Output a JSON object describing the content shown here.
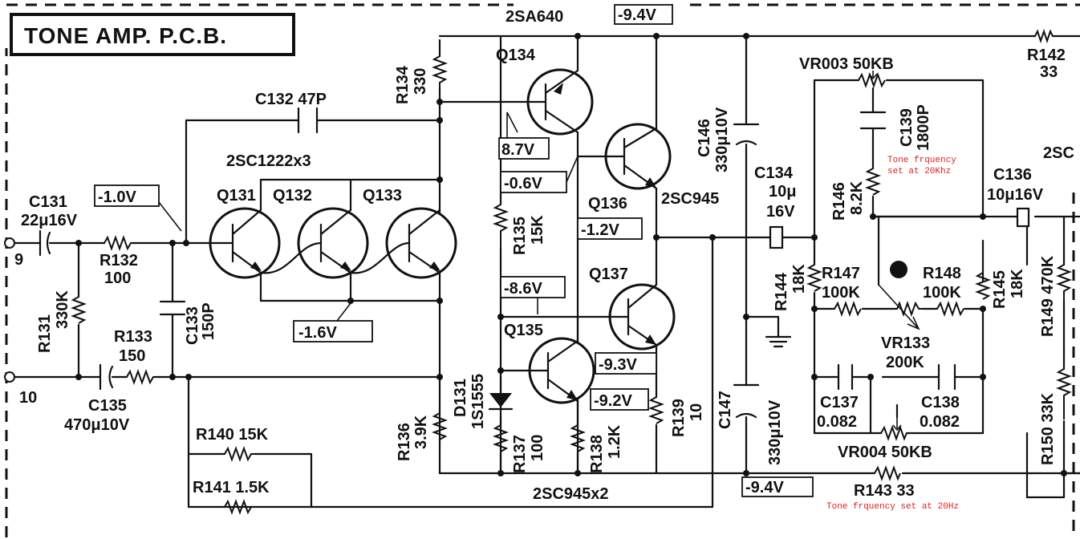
{
  "title": "TONE AMP. P.C.B.",
  "terminals": {
    "in": "9",
    "out": "10"
  },
  "transistors": {
    "group_type": "2SC1222x3",
    "q131": "Q131",
    "q132": "Q132",
    "q133": "Q133",
    "q134": "Q134",
    "q134_type": "2SA640",
    "q136": "Q136",
    "q136_type": "2SC945",
    "q137": "Q137",
    "q135": "Q135",
    "pair_type": "2SC945x2"
  },
  "components": {
    "c131": "C131",
    "c131_val": "22μ16V",
    "r131": "R131",
    "r131_val": "330K",
    "r132": "R132",
    "r132_val": "100",
    "c133": "C133",
    "c133_val": "150P",
    "r133": "R133",
    "r133_val": "150",
    "c135": "C135",
    "c135_val": "470μ10V",
    "c132": "C132 47P",
    "r134": "R134",
    "r134_val": "330",
    "r135": "R135",
    "r135_val": "15K",
    "r136": "R136",
    "r136_val": "3.9K",
    "d131": "D131",
    "d131_val": "1S1555",
    "r137": "R137",
    "r137_val": "100",
    "r138": "R138",
    "r138_val": "1.2K",
    "r139": "R139",
    "r139_val": "10",
    "r140": "R140  15K",
    "r141": "R141 1.5K",
    "c146": "C146",
    "c146_val": "330μ10V",
    "c147": "C147",
    "c147_val": "330μ10V",
    "c134": "C134",
    "c134_val1": "10μ",
    "c134_val2": "16V",
    "r144": "R144",
    "r144_val": "18K",
    "r142": "R142",
    "r142_val": "33",
    "vr003": "VR003  50KB",
    "c139": "C139",
    "c139_val": "1800P",
    "r146": "R146",
    "r146_val": "8.2K",
    "r147": "R147",
    "r147_val": "100K",
    "r148": "R148",
    "r148_val": "100K",
    "r145": "R145",
    "r145_val": "18K",
    "vr133": "VR133",
    "vr133_val": "200K",
    "c137": "C137",
    "c137_val": "0.082",
    "c138": "C138",
    "c138_val": "0.082",
    "vr004": "VR004  50KB",
    "r143": "R143 33",
    "c136": "C136",
    "c136_val": "10μ16V",
    "r149": "R149 470K",
    "r150": "R150 33K",
    "partial_2sc": "2SC"
  },
  "voltages": {
    "v_in": "-1.0V",
    "v_emit": "-1.6V",
    "v_top": "-9.4V",
    "v_q134": "8.7V",
    "v_q136": "-0.6V",
    "v_out": "-1.2V",
    "v_q135": "-8.6V",
    "v_93": "-9.3V",
    "v_92": "-9.2V",
    "v_bot": "-9.4V"
  },
  "notes": {
    "high": "Tone frquency\nset at 20Khz",
    "low": "Tone frquency set at 20Hz"
  },
  "colors": {
    "ink": "#111111",
    "note": "#e02020",
    "paper": "#ffffff"
  }
}
